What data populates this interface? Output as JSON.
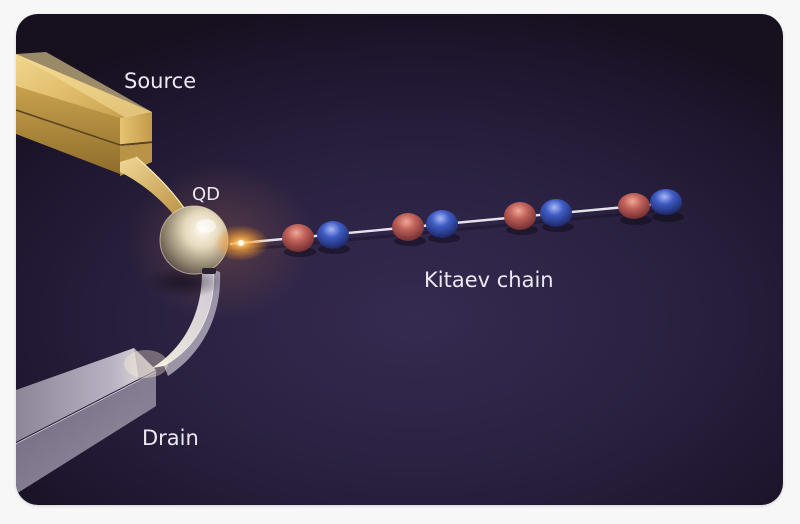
{
  "figure": {
    "labels": {
      "source": "Source",
      "quantum_dot": "QD",
      "chain": "Kitaev chain",
      "drain": "Drain"
    },
    "components": {
      "source_electrode": {
        "material_look": "gold",
        "color": "#d9b45e"
      },
      "drain_electrode": {
        "material_look": "silver",
        "color": "#b9b3c4"
      },
      "quantum_dot_sphere": {
        "color": "#e8dcc0"
      },
      "coupling_glow": {
        "color": "#ffb347"
      },
      "chain_sites": [
        {
          "pair": 1,
          "colors": [
            "red",
            "blue"
          ]
        },
        {
          "pair": 2,
          "colors": [
            "red",
            "blue"
          ]
        },
        {
          "pair": 3,
          "colors": [
            "red",
            "blue"
          ]
        },
        {
          "pair": 4,
          "colors": [
            "red",
            "blue"
          ]
        }
      ]
    },
    "colors": {
      "background_outer": "#f7f7f8",
      "card_center": "#352a50",
      "card_edge": "#17101f",
      "site_red": "#b4544c",
      "site_blue": "#3a56b8",
      "wire": "#e6e2ec",
      "text": "#ece8f2"
    }
  }
}
